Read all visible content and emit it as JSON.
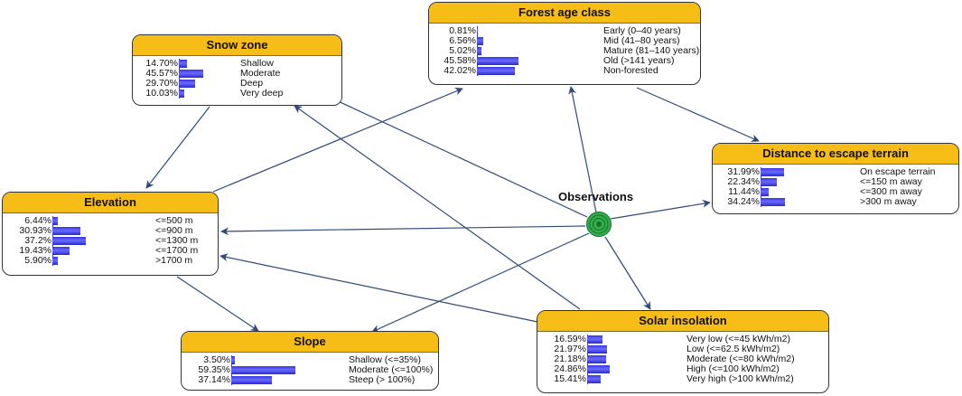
{
  "nodes": {
    "snow_zone": {
      "title": "Snow zone",
      "rows": [
        {
          "percent": "14.70%",
          "value": 14.7,
          "state": "Shallow"
        },
        {
          "percent": "45.57%",
          "value": 45.57,
          "state": "Moderate"
        },
        {
          "percent": "29.70%",
          "value": 29.7,
          "state": "Deep"
        },
        {
          "percent": "10.03%",
          "value": 10.03,
          "state": "Very deep"
        }
      ]
    },
    "forest_age_class": {
      "title": "Forest age class",
      "rows": [
        {
          "percent": "0.81%",
          "value": 0.81,
          "state": "Early (0–40 years)"
        },
        {
          "percent": "6.56%",
          "value": 6.56,
          "state": "Mid (41–80 years)"
        },
        {
          "percent": "5.02%",
          "value": 5.02,
          "state": "Mature (81–140 years)"
        },
        {
          "percent": "45.58%",
          "value": 45.58,
          "state": "Old (>141 years)"
        },
        {
          "percent": "42.02%",
          "value": 42.02,
          "state": "Non-forested"
        }
      ]
    },
    "distance_to_escape_terrain": {
      "title": "Distance to escape terrain",
      "rows": [
        {
          "percent": "31.99%",
          "value": 31.99,
          "state": "On escape terrain"
        },
        {
          "percent": "22.34%",
          "value": 22.34,
          "state": "<=150 m away"
        },
        {
          "percent": "11.44%",
          "value": 11.44,
          "state": "<=300 m away"
        },
        {
          "percent": "34.24%",
          "value": 34.24,
          "state": ">300 m away"
        }
      ]
    },
    "elevation": {
      "title": "Elevation",
      "rows": [
        {
          "percent": "6.44%",
          "value": 6.44,
          "state": "<=500 m"
        },
        {
          "percent": "30.93%",
          "value": 30.93,
          "state": "<=900 m"
        },
        {
          "percent": "37.2%",
          "value": 37.2,
          "state": "<=1300 m"
        },
        {
          "percent": "19.43%",
          "value": 19.43,
          "state": "<=1700 m"
        },
        {
          "percent": "5.90%",
          "value": 5.9,
          "state": ">1700 m"
        }
      ]
    },
    "slope": {
      "title": "Slope",
      "rows": [
        {
          "percent": "3.50%",
          "value": 3.5,
          "state": "Shallow (<=35%)"
        },
        {
          "percent": "59.35%",
          "value": 59.35,
          "state": "Moderate (<=100%)"
        },
        {
          "percent": "37.14%",
          "value": 37.14,
          "state": "Steep (> 100%)"
        }
      ]
    },
    "solar_insolation": {
      "title": "Solar insolation",
      "rows": [
        {
          "percent": "16.59%",
          "value": 16.59,
          "state": "Very low (<=45 kWh/m2)"
        },
        {
          "percent": "21.97%",
          "value": 21.97,
          "state": "Low (<=62.5 kWh/m2)"
        },
        {
          "percent": "21.18%",
          "value": 21.18,
          "state": "Moderate (<=80 kWh/m2)"
        },
        {
          "percent": "24.86%",
          "value": 24.86,
          "state": "High (<=100 kWh/m2)"
        },
        {
          "percent": "15.41%",
          "value": 15.41,
          "state": "Very high (>100 kWh/m2)"
        }
      ]
    }
  },
  "observations": {
    "label": "Observations",
    "icon": "target-icon"
  },
  "colors": {
    "title_bar": "#f5bd16",
    "bar": "#4b4bef",
    "edge": "#2f4a7a",
    "observation_fill": "#2fb04a"
  }
}
